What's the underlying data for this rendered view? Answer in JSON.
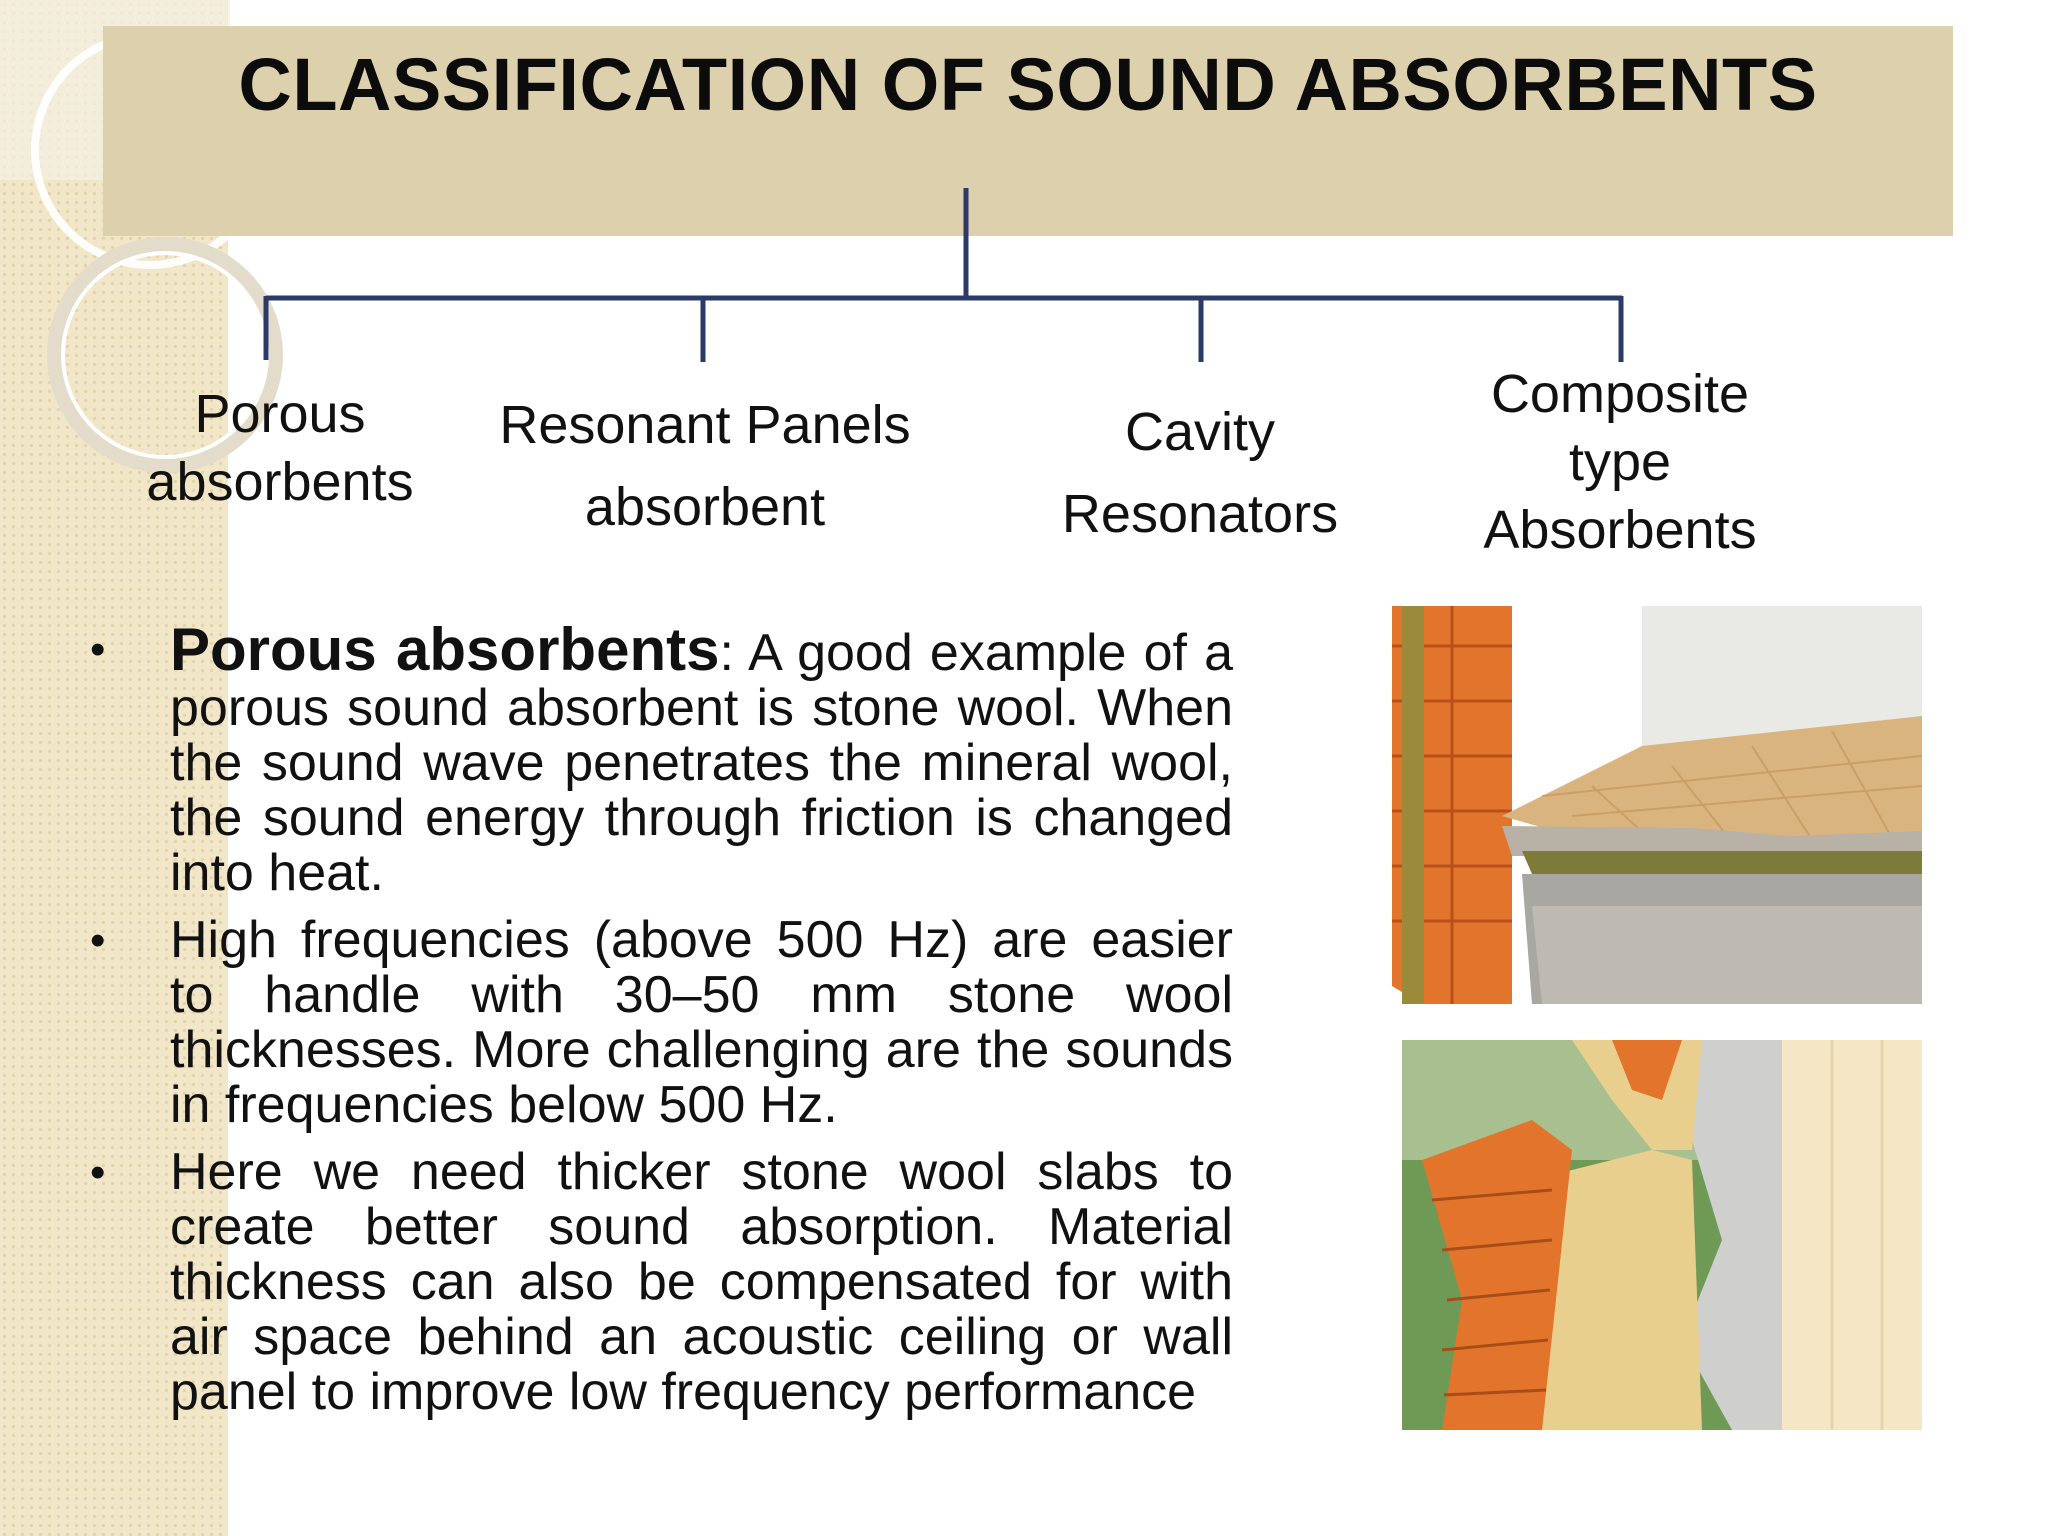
{
  "slide": {
    "title": "CLASSIFICATION OF SOUND ABSORBENTS"
  },
  "categories": [
    {
      "line1": "Porous",
      "line2": "absorbents",
      "line3": ""
    },
    {
      "line1": "Resonant Panels",
      "line2": "absorbent",
      "line3": ""
    },
    {
      "line1": "Cavity",
      "line2": "Resonators",
      "line3": ""
    },
    {
      "line1": "Composite",
      "line2": "type",
      "line3": "Absorbents"
    }
  ],
  "bullets": [
    {
      "lead": "Porous absorbents",
      "text": ": A good example of a porous sound absorbent is stone wool. When the sound wave penetrates the mineral wool, the sound energy through friction is changed into heat."
    },
    {
      "lead": "",
      "text": "High frequencies (above 500 Hz) are easier to handle with 30–50 mm stone wool thicknesses. More challenging are the sounds in frequencies below 500 Hz."
    },
    {
      "lead": "",
      "text": "Here we need thicker stone wool slabs to create better sound absorption. Material thickness can also be compensated for with air space behind an acoustic ceiling or wall panel to improve low frequency performance"
    }
  ],
  "images": {
    "floor": "floor-insulation-cutaway-image",
    "wall": "wall-insulation-cutaway-image"
  },
  "colors": {
    "banner": "#ddd0ad",
    "tree_lines": "#2b3a67",
    "left_band": "#f1e6c8"
  }
}
